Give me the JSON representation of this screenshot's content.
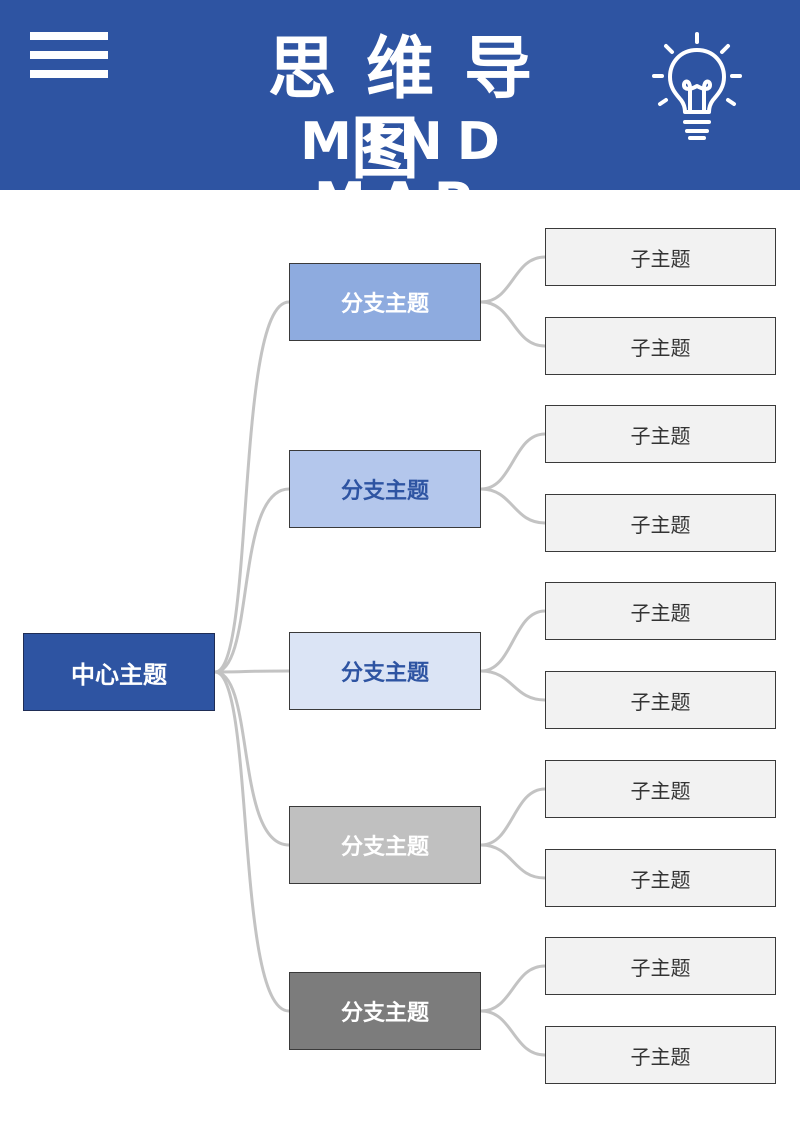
{
  "header": {
    "title_cn": "思维导图",
    "title_en": "MIND MAP",
    "background": "#2e54a2",
    "icons": [
      "menu-icon",
      "lightbulb-icon"
    ]
  },
  "mindmap": {
    "center": {
      "label": "中心主题",
      "fill": "#2e54a2",
      "text_color": "#ffffff"
    },
    "branches": [
      {
        "label": "分支主题",
        "fill": "#8eabdf",
        "text_color": "#ffffff",
        "children": [
          "子主题",
          "子主题"
        ]
      },
      {
        "label": "分支主题",
        "fill": "#b4c7ec",
        "text_color": "#2e54a2",
        "children": [
          "子主题",
          "子主题"
        ]
      },
      {
        "label": "分支主题",
        "fill": "#dbe4f5",
        "text_color": "#2e54a2",
        "children": [
          "子主题",
          "子主题"
        ]
      },
      {
        "label": "分支主题",
        "fill": "#c0c0c0",
        "text_color": "#ffffff",
        "children": [
          "子主题",
          "子主题"
        ]
      },
      {
        "label": "分支主题",
        "fill": "#7c7c7c",
        "text_color": "#ffffff",
        "children": [
          "子主题",
          "子主题"
        ]
      }
    ],
    "leaf_fill": "#f2f2f2",
    "connector_color": "#c3c3c3"
  }
}
